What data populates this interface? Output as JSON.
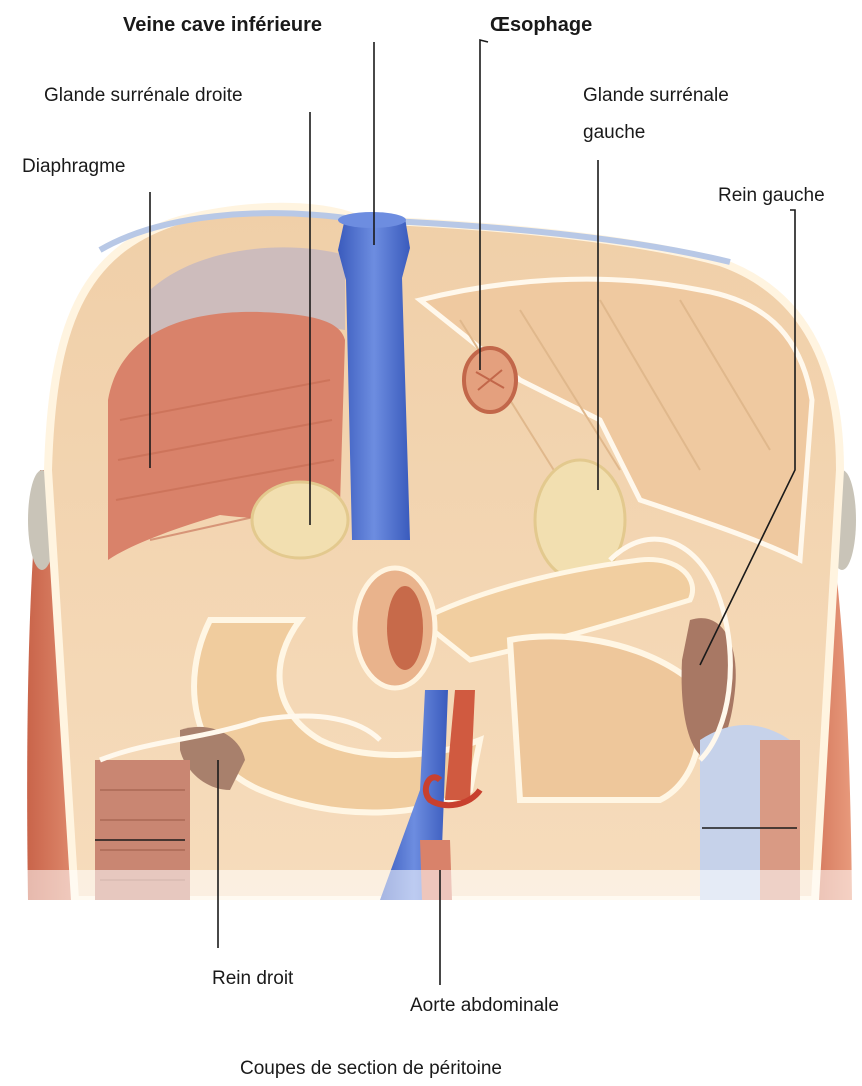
{
  "labels": {
    "veine_cave": "Veine cave inférieure",
    "oesophage": "Œsophage",
    "glande_droite": "Glande surrénale droite",
    "glande_gauche_1": "Glande surrénale",
    "glande_gauche_2": "gauche",
    "diaphragme": "Diaphragme",
    "rein_gauche": "Rein gauche",
    "rein_droit": "Rein droit",
    "aorte": "Aorte abdominale",
    "coupes": "Coupes de section de péritoine"
  },
  "colors": {
    "vein": "#4a6fd0",
    "artery": "#c8402e",
    "muscle": "#d98a6e",
    "tissue": "#f3d3ad",
    "peritoneum_edge": "#fff8ec",
    "leader_line": "#1a1a1a"
  }
}
